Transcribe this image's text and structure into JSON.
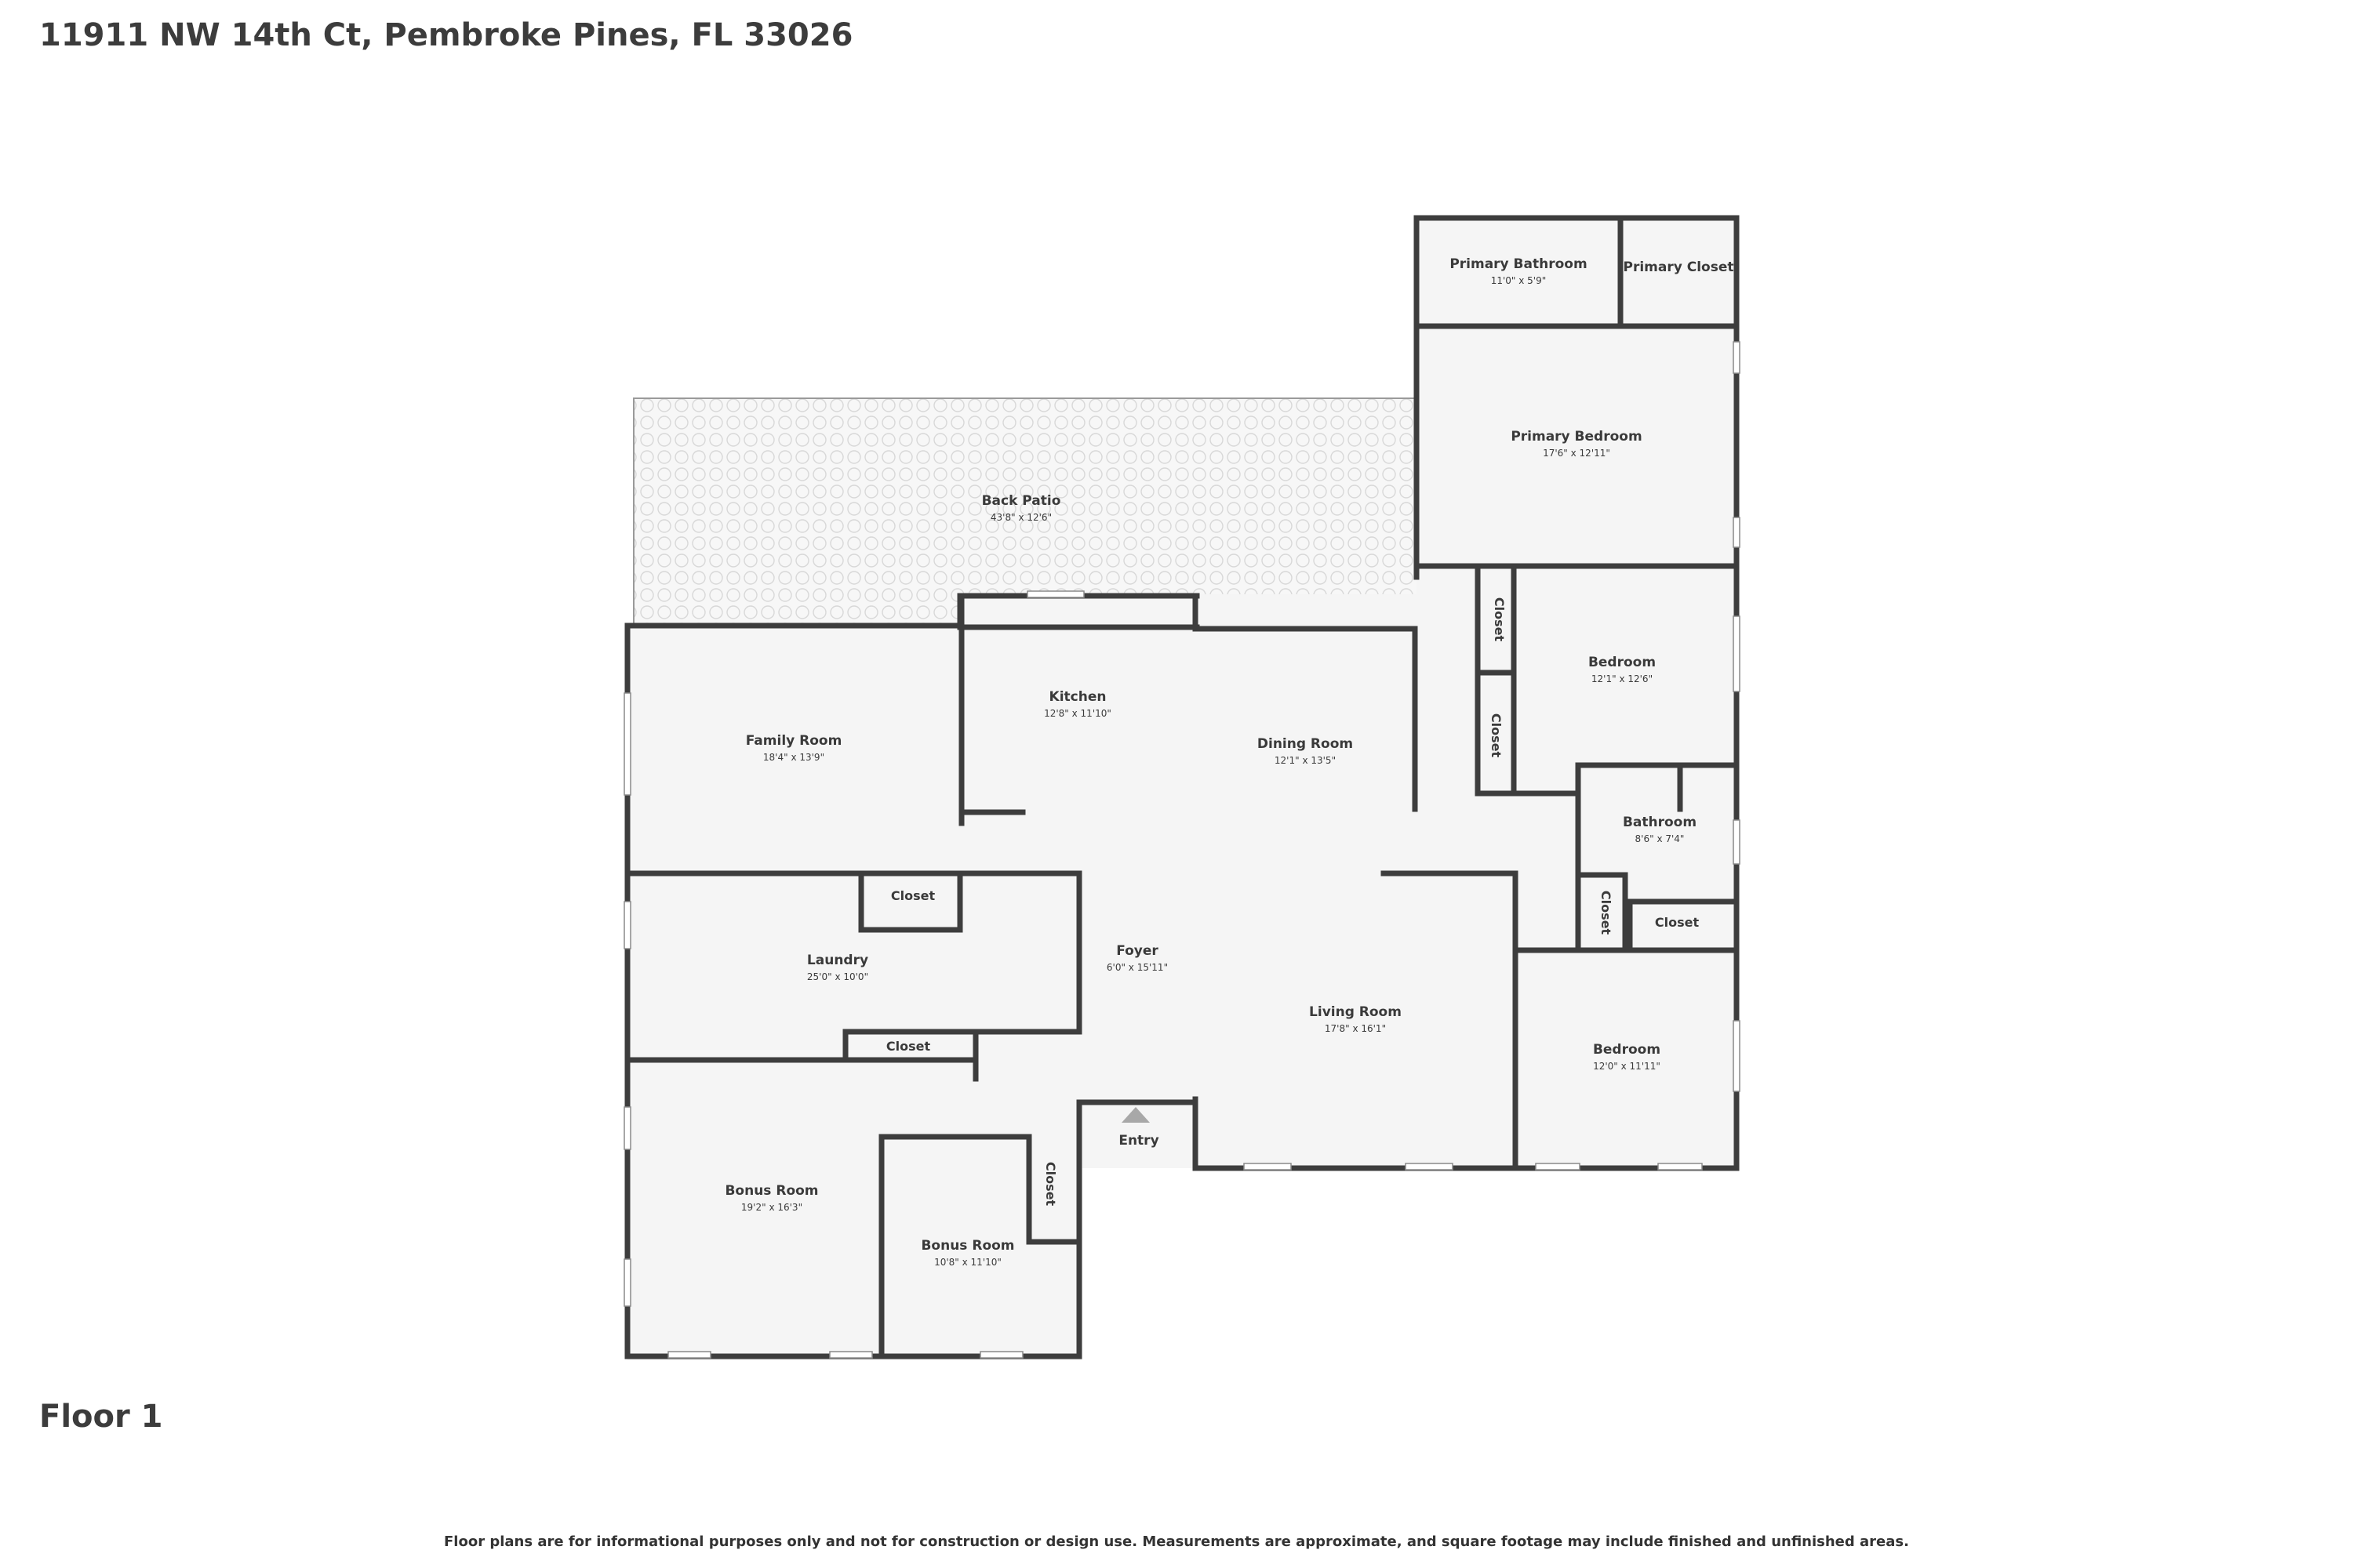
{
  "header": {
    "address": "11911 NW 14th Ct, Pembroke Pines, FL 33026"
  },
  "floor": {
    "label": "Floor 1"
  },
  "footer": {
    "disclaimer": "Floor plans are for informational purposes only and not for construction or design use. Measurements are approximate, and square footage may include finished and unfinished areas."
  },
  "rooms": {
    "back_patio": {
      "name": "Back Patio",
      "dims": "43'8\" x 12'6\""
    },
    "primary_bathroom": {
      "name": "Primary Bathroom",
      "dims": "11'0\" x 5'9\""
    },
    "primary_closet": {
      "name": "Primary Closet"
    },
    "primary_bedroom": {
      "name": "Primary Bedroom",
      "dims": "17'6\" x 12'11\""
    },
    "kitchen": {
      "name": "Kitchen",
      "dims": "12'8\" x 11'10\""
    },
    "dining_room": {
      "name": "Dining Room",
      "dims": "12'1\" x 13'5\""
    },
    "family_room": {
      "name": "Family Room",
      "dims": "18'4\" x 13'9\""
    },
    "bedroom_upper": {
      "name": "Bedroom",
      "dims": "12'1\" x 12'6\""
    },
    "bathroom": {
      "name": "Bathroom",
      "dims": "8'6\" x 7'4\""
    },
    "laundry": {
      "name": "Laundry",
      "dims": "25'0\" x 10'0\""
    },
    "foyer": {
      "name": "Foyer",
      "dims": "6'0\" x 15'11\""
    },
    "living_room": {
      "name": "Living Room",
      "dims": "17'8\" x 16'1\""
    },
    "bedroom_lower": {
      "name": "Bedroom",
      "dims": "12'0\" x 11'11\""
    },
    "bonus_room_large": {
      "name": "Bonus Room",
      "dims": "19'2\" x 16'3\""
    },
    "bonus_room_small": {
      "name": "Bonus Room",
      "dims": "10'8\" x 11'10\""
    },
    "entry": {
      "name": "Entry"
    }
  },
  "closets": {
    "label": "Closet"
  }
}
